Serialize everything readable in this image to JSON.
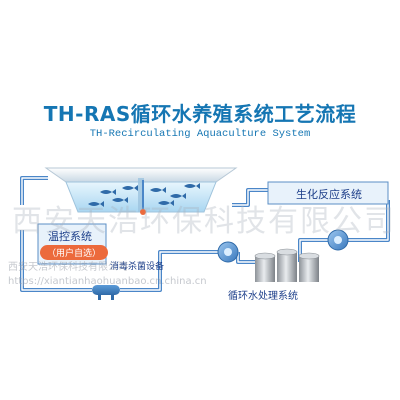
{
  "title": "TH-RAS循环水养殖系统工艺流程",
  "subtitle": "TH-Recirculating Aquaculture System",
  "nodes": {
    "bioreactor": "生化反应系统",
    "temp_control": "温控系统",
    "temp_control_tag": "（用户自选）",
    "disinfection": "消毒杀菌设备",
    "water_treatment": "循环水处理系统"
  },
  "watermark": {
    "company": "西安天浩环保科技有限公司",
    "company_small": "西安天浩环保科技有限公司",
    "url": "https://xiantianhaohuanbao.cn.china.cn"
  },
  "colors": {
    "pipe": "#4a86c8",
    "water": "#cfe9f8",
    "pump": "#4f8fd0",
    "accent": "#ec6a3c",
    "title": "#1576b3"
  }
}
